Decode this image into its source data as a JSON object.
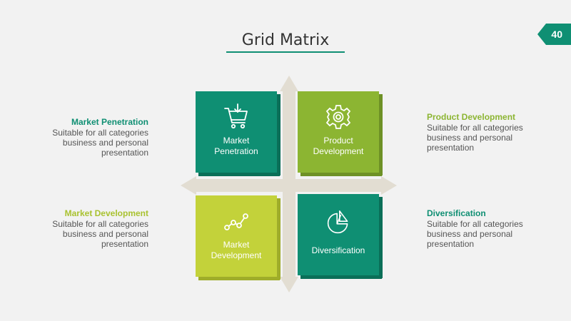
{
  "title": "Grid Matrix",
  "page_number": "40",
  "colors": {
    "teal": "#0f8f73",
    "green": "#8cb532",
    "lime": "#c3d23a",
    "cross": "#e2ddd2"
  },
  "tiles": [
    {
      "label": "Market\nPenetration",
      "icon": "shopping-cart-icon"
    },
    {
      "label": "Product\nDevelopment",
      "icon": "gear-icon"
    },
    {
      "label": "Market\nDevelopment",
      "icon": "line-graph-icon"
    },
    {
      "label": "Diversification",
      "icon": "pie-chart-icon"
    }
  ],
  "descriptions": [
    {
      "heading": "Market Penetration",
      "text": "Suitable for all categories business and personal presentation"
    },
    {
      "heading": "Product Development",
      "text": "Suitable for all categories business and personal presentation"
    },
    {
      "heading": "Market Development",
      "text": "Suitable for all categories business and personal presentation"
    },
    {
      "heading": "Diversification",
      "text": "Suitable for all categories business and personal presentation"
    }
  ]
}
